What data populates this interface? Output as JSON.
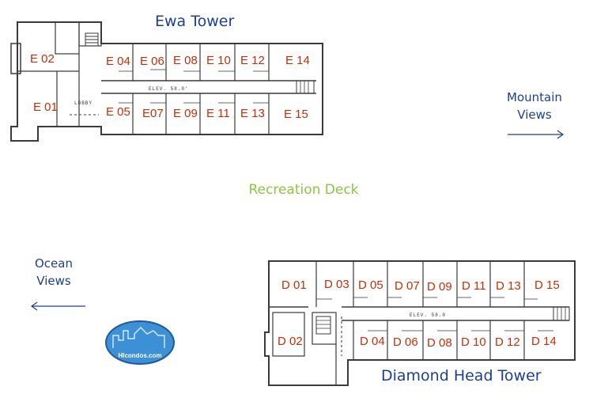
{
  "ewa_tower": {
    "title": "Ewa Tower",
    "lobby_label": "LOBBY",
    "elevation_label": "ELEV. 58.0'",
    "units_top": [
      "E 02",
      "E 04",
      "E 06",
      "E 08",
      "E 10",
      "E 12",
      "E 14"
    ],
    "units_bottom": [
      "E 01",
      "E 05",
      "E07",
      "E 09",
      "E 11",
      "E 13",
      "E 15"
    ]
  },
  "diamond_head_tower": {
    "title": "Diamond Head Tower",
    "elevation_label": "ELEV. 58.0",
    "units_top": [
      "D 01",
      "D 03",
      "D 05",
      "D 07",
      "D 09",
      "D 11",
      "D 13",
      "D 15"
    ],
    "units_bottom": [
      "D 02",
      "D 04",
      "D 06",
      "D 08",
      "D 10",
      "D 12",
      "D 14"
    ]
  },
  "recreation_deck": "Recreation Deck",
  "mountain_views": {
    "line1": "Mountain",
    "line2": "Views",
    "arrow_direction": "right"
  },
  "ocean_views": {
    "line1": "Ocean",
    "line2": "Views",
    "arrow_direction": "left"
  },
  "logo": {
    "text": "HIcondos.com",
    "color": "#3d8fd6"
  },
  "colors": {
    "tower_title": "#1c3f94",
    "unit_label": "#c0300a",
    "deck_label": "#8cc63f"
  }
}
